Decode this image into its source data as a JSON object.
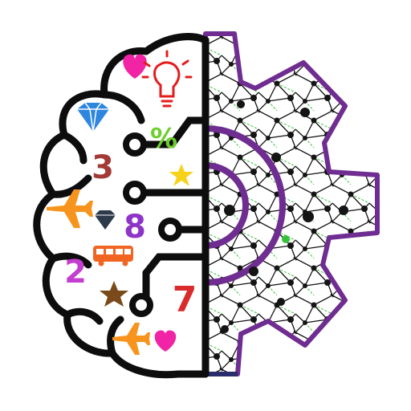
{
  "logo": {
    "digits": [
      "3",
      "8",
      "2",
      "7"
    ],
    "symbol": "%",
    "icons": [
      "heart-icon",
      "lightbulb-icon",
      "diamond-icon",
      "percent-icon",
      "star-icon",
      "airplane-icon",
      "diamond-icon",
      "bus-icon",
      "star-icon",
      "airplane-icon",
      "heart-icon"
    ],
    "colors": {
      "outline": "#0d0d0d",
      "gear_purple": "#6f2c91",
      "gear_navy": "#2a2d6b",
      "network_green": "#35c23a",
      "network_fill": "#141414",
      "three": "#a33a36",
      "eight": "#8e35c8",
      "two": "#c43fd0",
      "seven": "#d92b2b",
      "percent": "#6ccf2c",
      "heart": "#f024a5",
      "bulb": "#e31c1c",
      "diamond_blue": "#2f86de",
      "plane": "#f7941d",
      "star_yellow": "#f7d21b",
      "star_brown": "#7a4a1a",
      "bus": "#f26422"
    }
  }
}
